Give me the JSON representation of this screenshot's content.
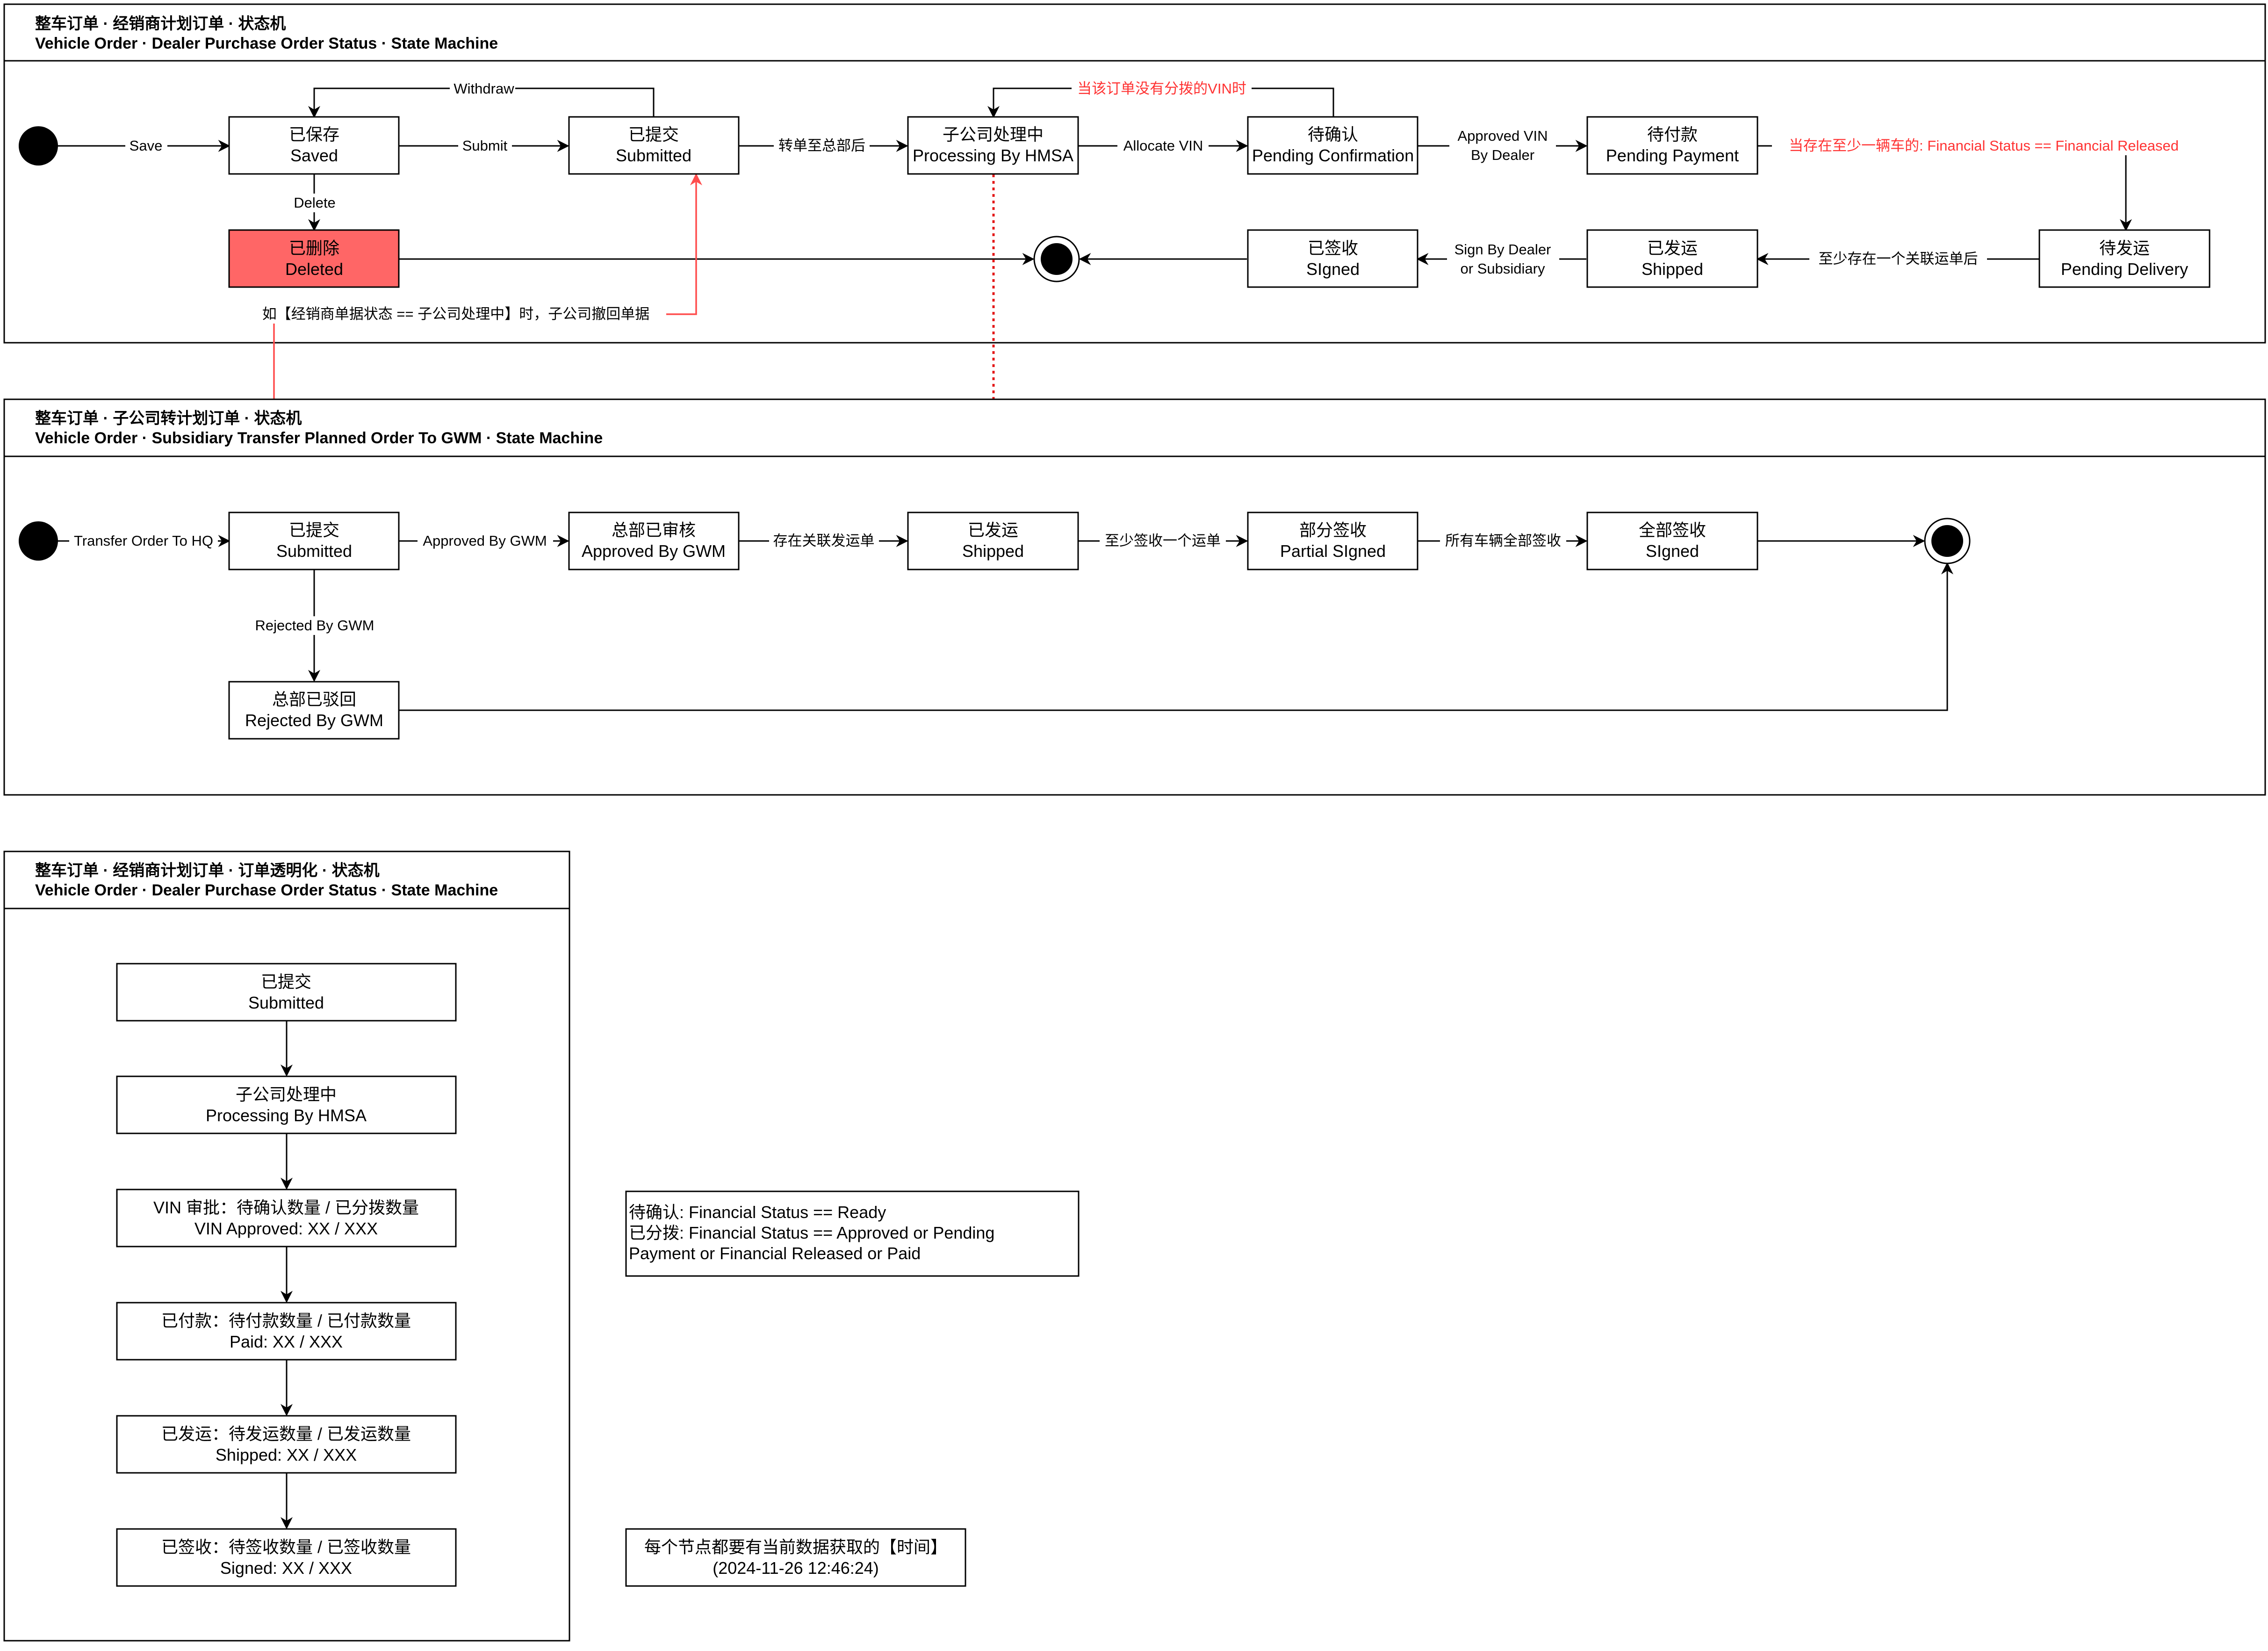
{
  "colors": {
    "deleted_fill": "#ff6666",
    "red_annotation": "#ff3333",
    "red_edge": "#ff4d4d",
    "black": "#000000"
  },
  "pools": [
    {
      "id": "pool1",
      "title_zh": "整车订单 · 经销商计划订单 · 状态机",
      "title_en": "Vehicle Order · Dealer Purchase Order Status · State Machine"
    },
    {
      "id": "pool2",
      "title_zh": "整车订单 · 子公司转计划订单 · 状态机",
      "title_en": "Vehicle Order · Subsidiary Transfer Planned Order To GWM · State Machine"
    },
    {
      "id": "pool3",
      "title_zh": "整车订单 · 经销商计划订单 · 订单透明化 · 状态机",
      "title_en": "Vehicle Order · Dealer Purchase Order Status · State Machine"
    }
  ],
  "nodes": {
    "p1_saved": {
      "zh": "已保存",
      "en": "Saved"
    },
    "p1_submitted": {
      "zh": "已提交",
      "en": "Submitted"
    },
    "p1_processing": {
      "zh": "子公司处理中",
      "en": "Processing By HMSA"
    },
    "p1_pending_conf": {
      "zh": "待确认",
      "en": "Pending Confirmation"
    },
    "p1_pending_pay": {
      "zh": "待付款",
      "en": "Pending Payment"
    },
    "p1_deleted": {
      "zh": "已删除",
      "en": "Deleted"
    },
    "p1_signed": {
      "zh": "已签收",
      "en": "SIgned"
    },
    "p1_shipped": {
      "zh": "已发运",
      "en": "Shipped"
    },
    "p1_pending_del": {
      "zh": "待发运",
      "en": "Pending Delivery"
    },
    "p2_submitted": {
      "zh": "已提交",
      "en": "Submitted"
    },
    "p2_approved": {
      "zh": "总部已审核",
      "en": "Approved By GWM"
    },
    "p2_shipped": {
      "zh": "已发运",
      "en": "Shipped"
    },
    "p2_partial": {
      "zh": "部分签收",
      "en": "Partial SIgned"
    },
    "p2_signed": {
      "zh": "全部签收",
      "en": "SIgned"
    },
    "p2_rejected": {
      "zh": "总部已驳回",
      "en": "Rejected By GWM"
    },
    "p3_submitted": {
      "zh": "已提交",
      "en": "Submitted"
    },
    "p3_processing": {
      "zh": "子公司处理中",
      "en": "Processing By HMSA"
    },
    "p3_vin": {
      "zh": "VIN 审批：待确认数量 / 已分拨数量",
      "en": "VIN Approved: XX / XXX"
    },
    "p3_paid": {
      "zh": "已付款：待付款数量 / 已付款数量",
      "en": "Paid: XX / XXX"
    },
    "p3_shipped": {
      "zh": "已发运：待发运数量 / 已发运数量",
      "en": "Shipped: XX / XXX"
    },
    "p3_signed": {
      "zh": "已签收：待签收数量 / 已签收数量",
      "en": "Signed: XX / XXX"
    }
  },
  "edges": {
    "save": "Save",
    "submit": "Submit",
    "withdraw": "Withdraw",
    "delete": "Delete",
    "to_hq": "转单至总部后",
    "allocate_vin": "Allocate VIN",
    "approved_vin_1": "Approved VIN",
    "approved_vin_2": "By Dealer",
    "no_vin": "当该订单没有分拨的VIN时",
    "financial_released": "当存在至少一辆车的: Financial Status == Financial Released",
    "delivery_note": "至少存在一个关联运单后",
    "sign_by_1": "Sign By Dealer",
    "sign_by_2": "or Subsidiary",
    "recall_note": "如【经销商单据状态 == 子公司处理中】时，子公司撤回单据",
    "transfer_to_hq": "Transfer Order To HQ",
    "approved_by_gwm": "Approved By GWM",
    "has_waybill": "存在关联发运单",
    "sign_one": "至少签收一个运单",
    "all_signed": "所有车辆全部签收",
    "rejected_by_gwm": "Rejected By GWM"
  },
  "notes": {
    "status_note": [
      "待确认:  Financial Status == Ready",
      "已分拨:    Financial Status == Approved or Pending",
      "Payment or Financial Released or  Paid"
    ],
    "time_note": [
      "每个节点都要有当前数据获取的【时间】",
      "(2024-11-26 12:46:24)"
    ]
  }
}
